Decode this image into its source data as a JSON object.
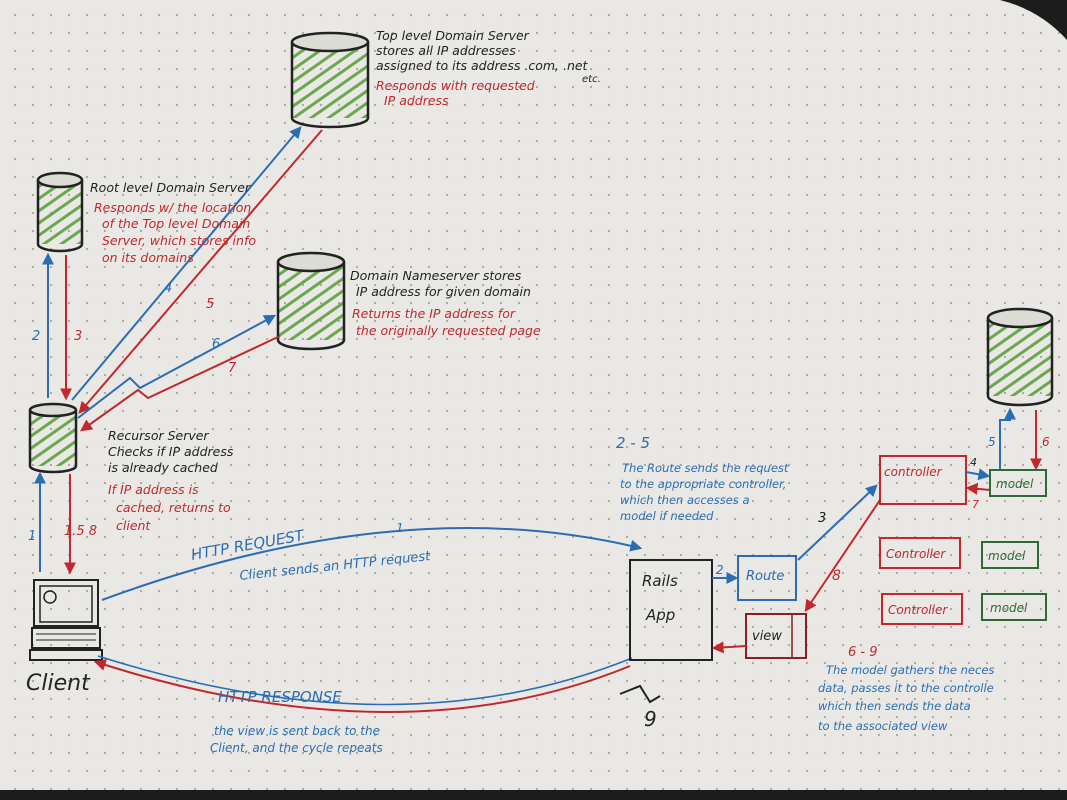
{
  "servers": {
    "tld": {
      "title": "Top level Domain Server",
      "desc_1": "stores all IP addresses",
      "desc_2": "assigned to its address .com, .net",
      "desc_3": "etc.",
      "resp_1": "Responds with requested",
      "resp_2": "IP address"
    },
    "root": {
      "title": "Root level Domain Server",
      "resp_1": "Responds w/ the location",
      "resp_2": "of the Top level Domain",
      "resp_3": "Server, which stores info",
      "resp_4": "on its domains"
    },
    "dns": {
      "title": "Domain Nameserver stores",
      "desc_1": "IP address for given domain",
      "resp_1": "Returns the IP address for",
      "resp_2": "the originally requested page"
    },
    "recursor": {
      "title": "Recursor Server",
      "desc_1": "Checks if IP address",
      "desc_2": "is already cached",
      "resp_1": "If IP address is",
      "resp_2": "cached, returns to",
      "resp_3": "client"
    }
  },
  "arrows": {
    "n1": "1",
    "n2": "2",
    "n3": "3",
    "n4": "4",
    "n5": "5",
    "n6": "6",
    "n7": "7",
    "n15_8": "1.5 8",
    "req_1": "1",
    "route_2": "2",
    "ctrl_3": "3",
    "ctrl_4": "4",
    "model_5": "5",
    "down_6": "6",
    "ctrl_7": "7",
    "view_8": "8",
    "resp_9": "9"
  },
  "http": {
    "request": "HTTP REQUEST",
    "request_note": "Client sends an HTTP request",
    "response": "HTTP RESPONSE",
    "response_note_1": "the view is sent back to the",
    "response_note_2": "Client, and the cycle repeats"
  },
  "client": {
    "label": "Client"
  },
  "rails": {
    "app_1": "Rails",
    "app_2": "App",
    "route": "Route",
    "view": "view",
    "step_range": "2 - 5",
    "note_1": "The Route sends the request",
    "note_2": "to the appropriate controller,",
    "note_3": "which then accesses a",
    "note_4": "model if needed"
  },
  "mvc": {
    "controller_1": "controller",
    "controller_2": "Controller",
    "controller_3": "Controller",
    "model_1": "model",
    "model_2": "model",
    "model_3": "model",
    "step_range": "6 - 9",
    "note_1": "The model gathers the neces",
    "note_2": "data, passes it to the controlle",
    "note_3": "which then sends the data",
    "note_4": "to the associated view"
  },
  "colors": {
    "paper": "#e9e8e4",
    "blue": "#2a6db5",
    "red": "#c1272d",
    "green_fill": "#6aa84f",
    "dark_green": "#2e6b34",
    "ink": "#222222"
  }
}
